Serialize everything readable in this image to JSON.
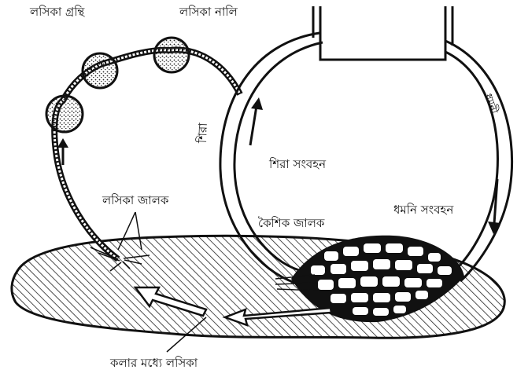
{
  "labels": {
    "lymph_gland": "লসিকা গ্রন্থি",
    "lymph_duct": "লসিকা নালি",
    "vein": "শিরা",
    "artery": "ধমনী",
    "venous_flow": "শিরা সংবহন",
    "arterial_flow": "ধমনি সংবহন",
    "capillary_network": "কৈশিক জালক",
    "lymph_network": "লসিকা জালক",
    "tissue_lymph": "কলার মধ্যে লসিকা"
  }
}
